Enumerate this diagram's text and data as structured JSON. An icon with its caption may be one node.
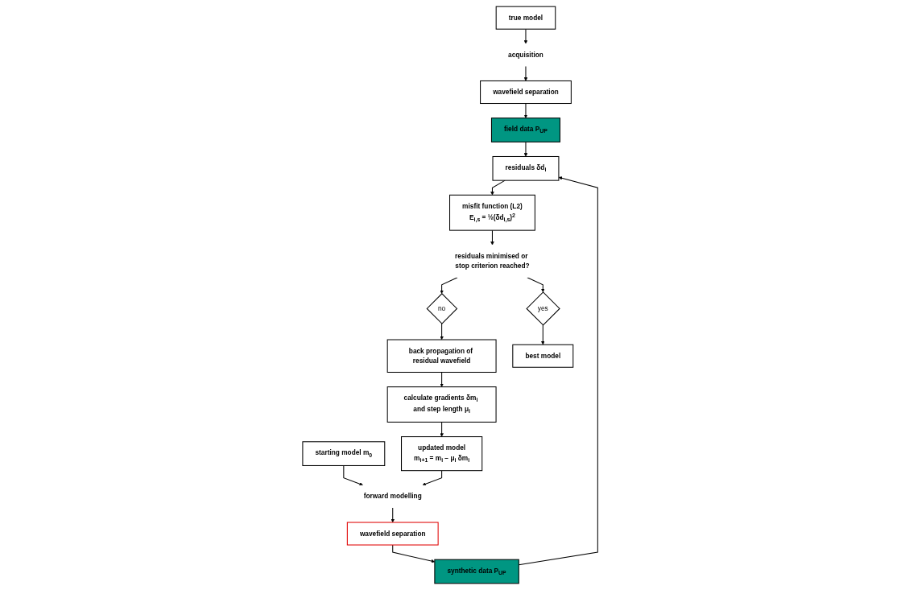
{
  "diagram": {
    "nodes": [
      {
        "text": [
          "true model"
        ]
      },
      {
        "text": [
          "acquisition"
        ]
      },
      {
        "text": [
          "wavefield separation"
        ]
      },
      {
        "text": [
          "field data P$_{UP}$"
        ]
      },
      {
        "text": [
          "starting model m$_{0}$"
        ]
      },
      {
        "text": [
          "forward modelling"
        ]
      },
      {
        "text": [
          "wavefield separation"
        ]
      },
      {
        "text": [
          "synthetic data P$_{UP}$"
        ]
      },
      {
        "text": [
          "residuals δd$_{i}$"
        ]
      },
      {
        "text": [
          "misfit function (L2)",
          "E$_{i,s}$ = ½(δd$_{i,s}$)$^{2}$"
        ]
      },
      {
        "text": [
          "residuals minimised or stop criterion reached?"
        ]
      },
      {
        "text": [
          "no"
        ]
      },
      {
        "text": [
          "back propagation of residual wavefield"
        ]
      },
      {
        "text": [
          "calculate gradients δm$_{i}$ and step length μ$_{i}$"
        ]
      },
      {
        "text": [
          "updated model",
          "m$_{i+1}$ = m$_{i}$ − μ$_{i}$ δm$_{i}$"
        ]
      },
      {
        "text": [
          "yes"
        ]
      },
      {
        "text": [
          "best model"
        ]
      }
    ],
    "edges": [
      {
        "from": 0,
        "to": 1,
        "arrow": "to"
      },
      {
        "from": 1,
        "to": 2,
        "arrow": "to"
      },
      {
        "from": 2,
        "to": 3,
        "arrow": "to"
      },
      {
        "from": 4,
        "to": 5,
        "arrow": "to"
      },
      {
        "from": 5,
        "to": 6,
        "arrow": "to"
      },
      {
        "from": 6,
        "to": 7,
        "arrow": "to"
      },
      {
        "from": 7,
        "to": 8,
        "arrow": "to"
      },
      {
        "from": 3,
        "to": 8,
        "arrow": "to"
      },
      {
        "from": 8,
        "to": 9,
        "arrow": "to"
      },
      {
        "from": 9,
        "to": 10,
        "arrow": "to"
      },
      {
        "from": 10,
        "to": 11,
        "arrow": "to"
      },
      {
        "from": 11,
        "to": 12,
        "arrow": "to"
      },
      {
        "from": 12,
        "to": 13,
        "arrow": "to"
      },
      {
        "from": 13,
        "to": 14,
        "arrow": "to"
      },
      {
        "from": 14,
        "to": 5,
        "arrow": "to"
      },
      {
        "from": 10,
        "to": 15,
        "arrow": "to"
      },
      {
        "from": 15,
        "to": 16,
        "arrow": "to"
      }
    ]
  }
}
